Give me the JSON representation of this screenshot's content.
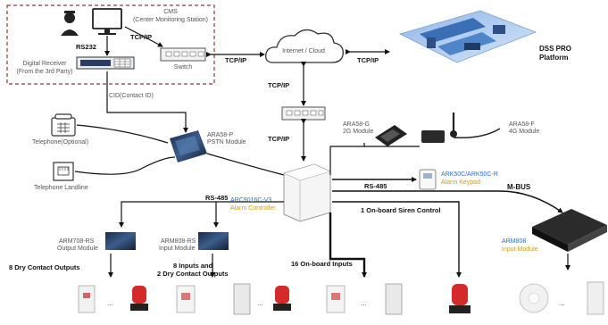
{
  "cms": {
    "title": "CMS",
    "subtitle": "(Center Monitoring Station)"
  },
  "switch_label": "Switch",
  "digital_receiver": {
    "line1": "Digital Receiver",
    "line2": "(From the 3rd Party)"
  },
  "links": {
    "rs232": "RS232",
    "tcpip": "TCP/IP",
    "cid": "CID(Contact ID)",
    "rs485": "RS-485",
    "mbus": "M-BUS"
  },
  "cloud_label": "Internet / Cloud",
  "dss": {
    "line1": "DSS PRO",
    "line2": "Platform"
  },
  "ara58p": {
    "name": "ARA58-P",
    "desc": "PSTN Module"
  },
  "ara58g": {
    "name": "ARA58-G",
    "desc": "2G Module"
  },
  "ara58f": {
    "name": "ARA58-F",
    "desc": "4G Module"
  },
  "telephone_optional": "Telephone(Optional)",
  "telephone_landline": "Telephone Landline",
  "controller": {
    "model": "ARC9016C-V3",
    "role": "Alarm Controller"
  },
  "keypad": {
    "model": "ARK50C/ARK50C-R",
    "role": "Alarm Keypad"
  },
  "siren_control": "1 On-board Siren Control",
  "arm708": {
    "name": "ARM708-RS",
    "desc": "Output Module"
  },
  "arm808rs": {
    "name": "ARM808-RS",
    "desc": "Input Module"
  },
  "arm808": {
    "name": "ARM808",
    "desc": "Input Module"
  },
  "outputs_8": "8 Dry Contact Outputs",
  "inputs_8_a": "8 Inputs and",
  "inputs_8_b": "2 Dry Contact Outputs",
  "onboard_inputs": "16 On-board Inputs",
  "ellipsis": "..."
}
